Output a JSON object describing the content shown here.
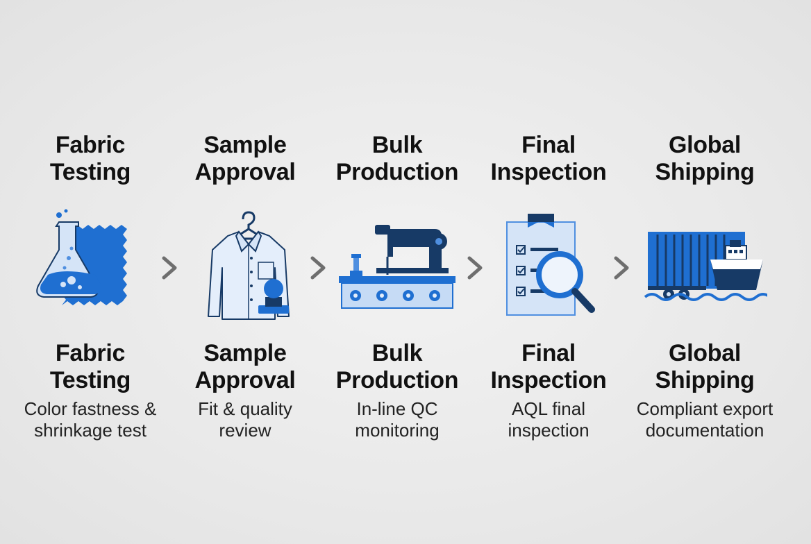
{
  "steps": [
    {
      "title": "Fabric\nTesting",
      "caption_title": "Fabric\nTesting",
      "description": "Color fastness &\nshrinkage test",
      "icon": "flask-fabric-swatch-icon"
    },
    {
      "title": "Sample\nApproval",
      "caption_title": "Sample\nApproval",
      "description": "Fit & quality\nreview",
      "icon": "shirt-approval-stamp-icon"
    },
    {
      "title": "Bulk\nProduction",
      "caption_title": "Bulk\nProduction",
      "description": "In-line QC\nmonitoring",
      "icon": "sewing-machine-icon"
    },
    {
      "title": "Final\nInspection",
      "caption_title": "Final\nInspection",
      "description": "AQL final\ninspection",
      "icon": "checklist-magnifier-icon"
    },
    {
      "title": "Global\nShipping",
      "caption_title": "Global\nShipping",
      "description": "Compliant export\ndocumentation",
      "icon": "container-ship-icon"
    }
  ],
  "colors": {
    "primary_blue": "#1f6fd1",
    "dark_navy": "#173a66",
    "light_blue": "#d5e4f7",
    "mid_blue": "#4f8fe0",
    "arrow_gray": "#6e6e6e"
  }
}
